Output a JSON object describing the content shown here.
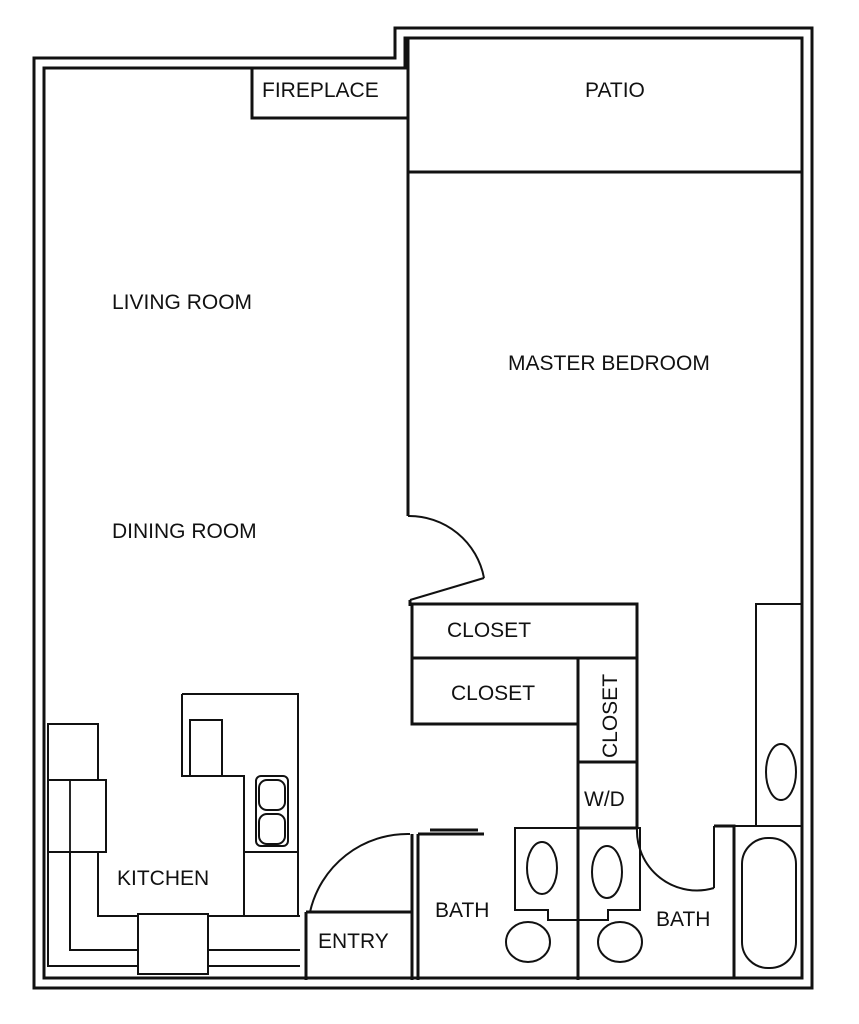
{
  "rooms": {
    "fireplace": "FIREPLACE",
    "patio": "PATIO",
    "living_room": "LIVING ROOM",
    "master_bedroom": "MASTER BEDROOM",
    "dining_room": "DINING ROOM",
    "closet_1": "CLOSET",
    "closet_2": "CLOSET",
    "closet_3": "CLOSET",
    "washer_dryer": "W/D",
    "kitchen": "KITCHEN",
    "bath_1": "BATH",
    "bath_2": "BATH",
    "entry": "ENTRY"
  },
  "colors": {
    "line": "#111111",
    "background": "#ffffff"
  }
}
